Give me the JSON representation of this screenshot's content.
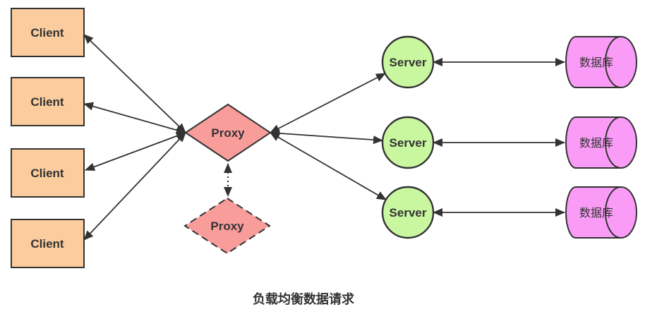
{
  "diagram": {
    "caption": "负载均衡数据请求",
    "clients": [
      {
        "label": "Client"
      },
      {
        "label": "Client"
      },
      {
        "label": "Client"
      },
      {
        "label": "Client"
      }
    ],
    "proxy": {
      "label": "Proxy"
    },
    "proxy_backup": {
      "label": "Proxy"
    },
    "servers": [
      {
        "label": "Server"
      },
      {
        "label": "Server"
      },
      {
        "label": "Server"
      }
    ],
    "databases": [
      {
        "label": "数据库"
      },
      {
        "label": "数据库"
      },
      {
        "label": "数据库"
      }
    ],
    "colors": {
      "client_fill": "#fbcc9d",
      "proxy_fill": "#f99d9b",
      "server_fill": "#c9f7a0",
      "database_fill": "#fa9cf7",
      "stroke": "#333333",
      "arrow": "#333333",
      "text": "#333333"
    }
  }
}
